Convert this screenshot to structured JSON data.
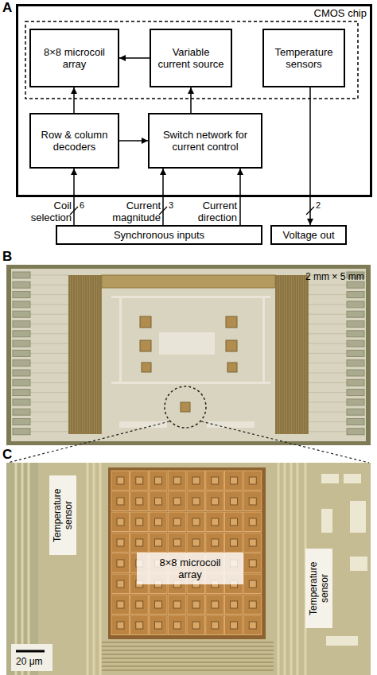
{
  "diagram": {
    "nodes": [
      {
        "text": [
          "CMOS chip"
        ]
      },
      {
        "text": [
          "8×8 microcoil array"
        ],
        "in": 0
      },
      {
        "text": [
          "Variable current source"
        ],
        "in": 0
      },
      {
        "text": [
          "Temperature sensors"
        ],
        "in": 0
      },
      {
        "text": [
          "Row & column decoders"
        ],
        "in": 0
      },
      {
        "text": [
          "Switch network for current control"
        ],
        "in": 0
      },
      {
        "text": [
          "Synchronous inputs"
        ]
      },
      {
        "text": [
          "Voltage out"
        ]
      },
      {
        "text": [
          "Temperature sensor"
        ]
      },
      {
        "text": [
          "8×8 microcoil array"
        ]
      },
      {
        "text": [
          "Temperature sensor"
        ]
      }
    ],
    "edges": [
      {
        "from": 2,
        "to": 1,
        "arrow": "to"
      },
      {
        "from": 4,
        "to": 1,
        "arrow": "to"
      },
      {
        "from": 4,
        "to": 5,
        "arrow": "to"
      },
      {
        "from": 5,
        "to": 2,
        "arrow": "to"
      },
      {
        "from": 6,
        "to": 4,
        "arrow": "to",
        "label": "Coil selection"
      },
      {
        "from": 6,
        "to": 5,
        "arrow": "to",
        "label": "Current magnitude"
      },
      {
        "from": 6,
        "to": 5,
        "arrow": "to",
        "label": "Current direction"
      },
      {
        "from": 3,
        "to": 7,
        "arrow": "to"
      }
    ],
    "labels": [
      "A",
      "6",
      "3",
      "2",
      "B",
      "2 mm × 5 mm",
      "C",
      "20 μm"
    ]
  }
}
